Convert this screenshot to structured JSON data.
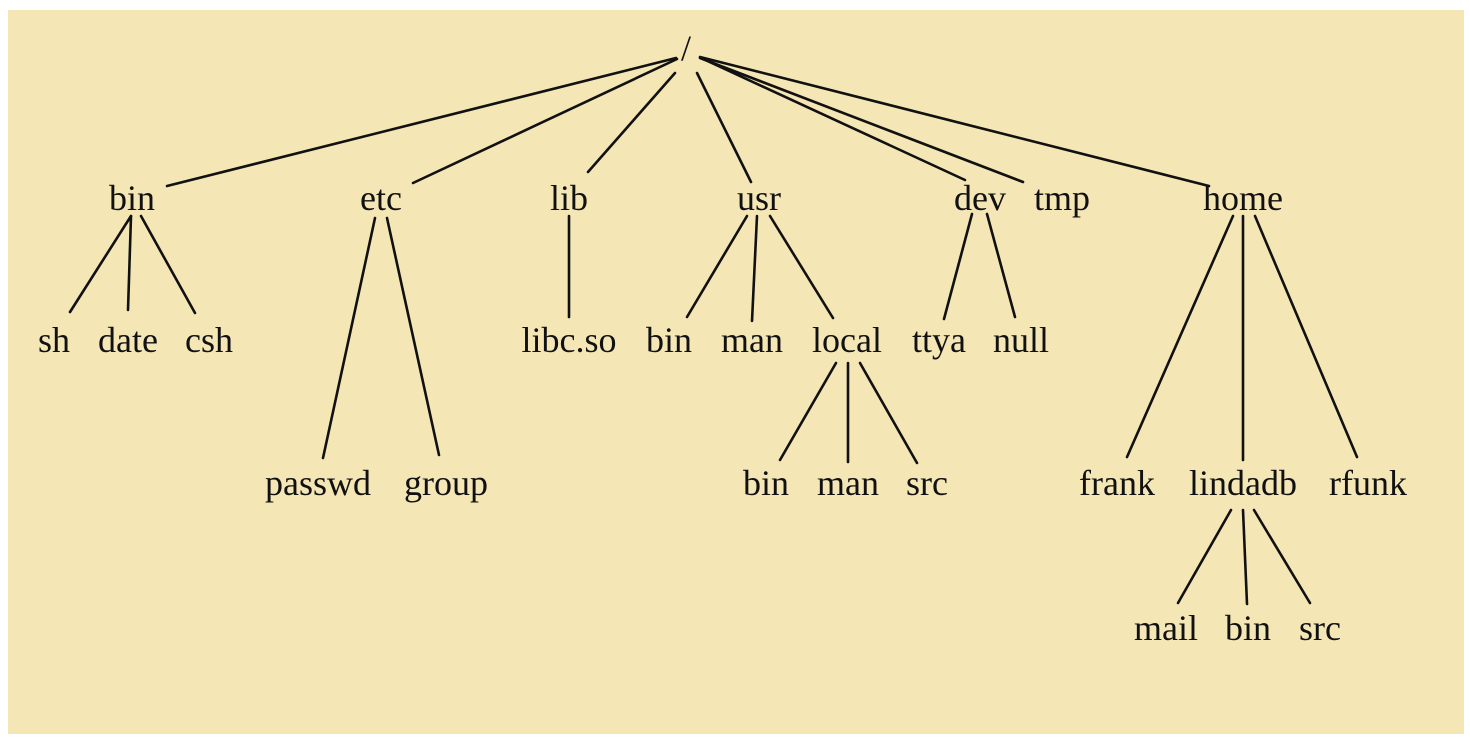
{
  "diagram": {
    "background_color": "#f4e6b5",
    "line_color": "#111111",
    "root": {
      "label": "/",
      "children": [
        {
          "label": "bin",
          "children": [
            {
              "label": "sh"
            },
            {
              "label": "date"
            },
            {
              "label": "csh"
            }
          ]
        },
        {
          "label": "etc",
          "children": [
            {
              "label": "passwd"
            },
            {
              "label": "group"
            }
          ]
        },
        {
          "label": "lib",
          "children": [
            {
              "label": "libc.so"
            }
          ]
        },
        {
          "label": "usr",
          "children": [
            {
              "label": "bin"
            },
            {
              "label": "man"
            },
            {
              "label": "local",
              "children": [
                {
                  "label": "bin"
                },
                {
                  "label": "man"
                },
                {
                  "label": "src"
                }
              ]
            }
          ]
        },
        {
          "label": "dev",
          "children": [
            {
              "label": "ttya"
            },
            {
              "label": "null"
            }
          ]
        },
        {
          "label": "tmp"
        },
        {
          "label": "home",
          "children": [
            {
              "label": "frank"
            },
            {
              "label": "lindadb",
              "children": [
                {
                  "label": "mail"
                },
                {
                  "label": "bin"
                },
                {
                  "label": "src"
                }
              ]
            },
            {
              "label": "rfunk"
            }
          ]
        }
      ]
    }
  }
}
